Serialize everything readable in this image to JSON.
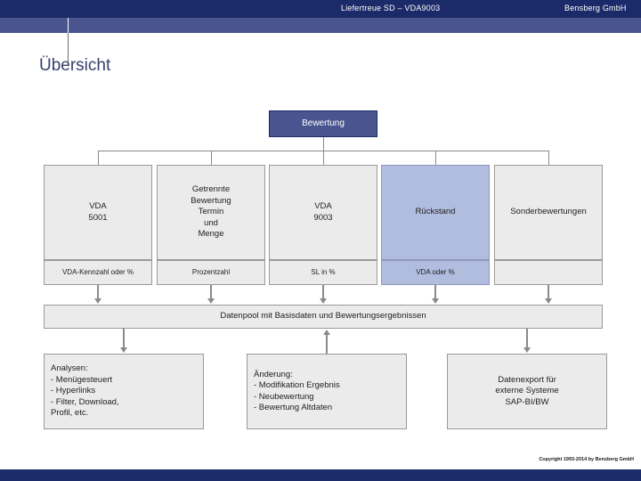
{
  "header": {
    "center_title": "Liefertreue SD – VDA9003",
    "right_title": "Bensberg GmbH",
    "band_dark_color": "#1b2a68",
    "band_light_color": "#4a5590"
  },
  "page": {
    "title": "Übersicht"
  },
  "diagram": {
    "root": {
      "label": "Bewertung",
      "fill": "#4a5590",
      "text_color": "#ffffff"
    },
    "columns": [
      {
        "title": "VDA\n5001",
        "subtitle": "VDA-Kennzahl oder %",
        "highlight": false
      },
      {
        "title": "Getrennte\nBewertung\nTermin\nund\nMenge",
        "subtitle": "Prozentzahl",
        "highlight": false
      },
      {
        "title": "VDA\n9003",
        "subtitle": "SL in %",
        "highlight": false
      },
      {
        "title": "Rückstand",
        "subtitle": "VDA oder %",
        "highlight": true
      },
      {
        "title": "Sonderbewertungen",
        "subtitle": "",
        "highlight": false
      }
    ],
    "datapool": {
      "label": "Datenpool mit Basisdaten und Bewertungsergebnissen"
    },
    "bottom_boxes": [
      {
        "label": "Analysen:\n- Menügesteuert\n- Hyperlinks\n- Filter, Download,\n  Profil, etc.",
        "align": "left",
        "arrow": "down"
      },
      {
        "label": "Änderung:\n- Modifikation Ergebnis\n- Neubewertung\n- Bewertung Altdaten",
        "align": "left",
        "arrow": "up"
      },
      {
        "label": "Datenexport für\nexterne Systeme\nSAP-BI/BW",
        "align": "center",
        "arrow": "down"
      }
    ],
    "highlight_color": "#b0bdde",
    "box_color": "#ebebeb",
    "connector_color": "#8a8a8a"
  },
  "footer": {
    "copyright": "Copyright 1993-2014 by Bensberg GmbH",
    "band_color": "#1b2a68"
  }
}
